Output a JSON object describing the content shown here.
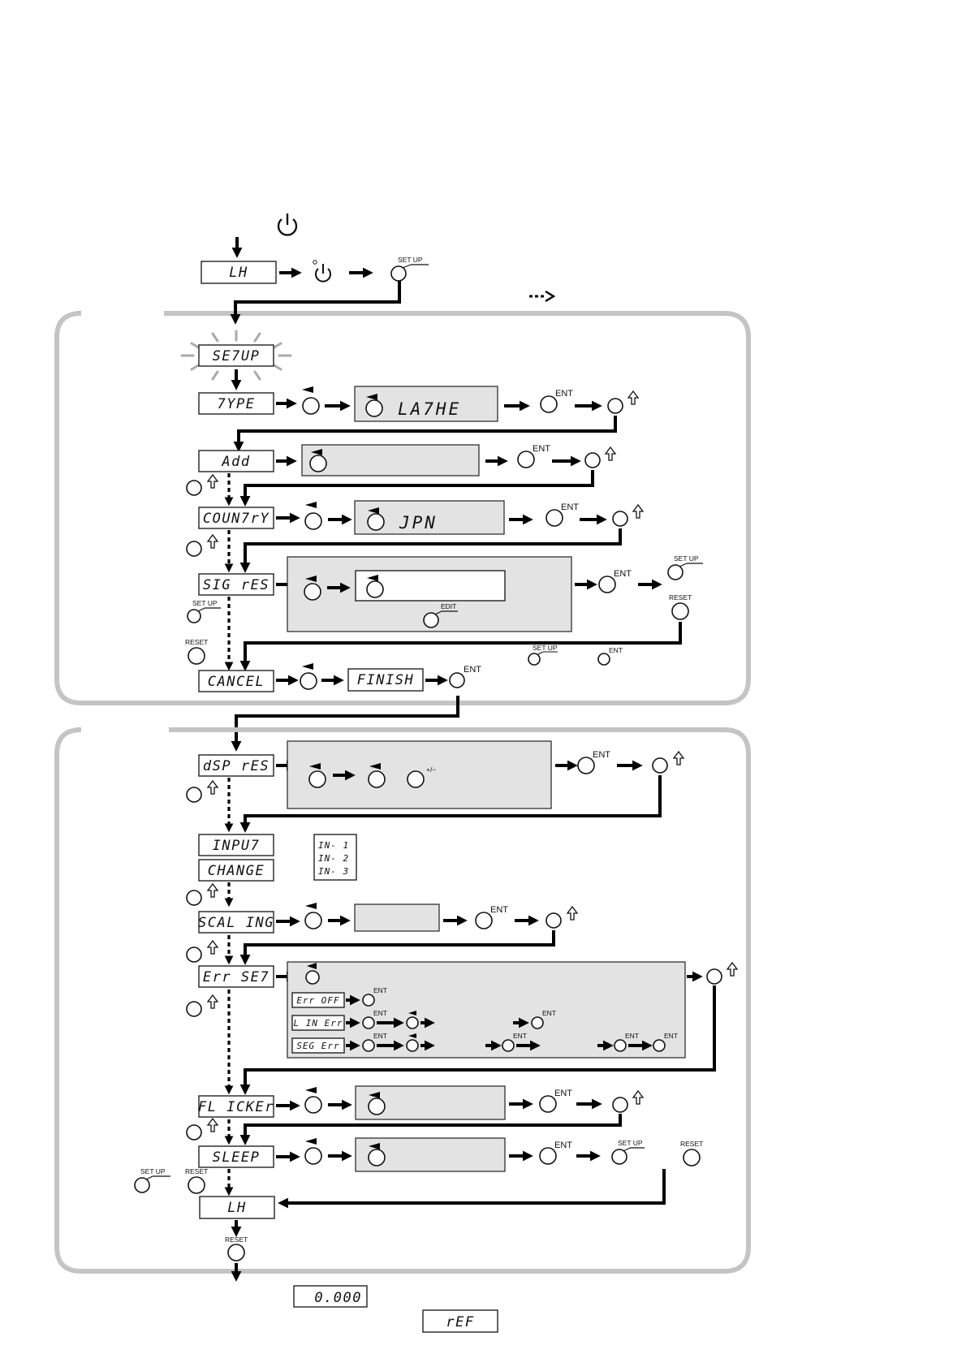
{
  "displays": {
    "lh_top": "LH",
    "setup": "SE7UP",
    "type": "7YPE",
    "lathe": "LA7HE",
    "add": "Add",
    "country": "COUN7rY",
    "jpn": "JPN",
    "sig_res": "SIG rES",
    "cancel": "CANCEL",
    "finish": "FINISH",
    "dsp_res": "dSP rES",
    "input": "INPU7",
    "change": "CHANGE",
    "in1": "IN- 1",
    "in2": "IN- 2",
    "in3": "IN- 3",
    "scaling": "SCAL ING",
    "err_set": "Err SE7",
    "err_off": "Err OFF",
    "lin_err": "L IN Err",
    "seg_err": "SEG Err",
    "flicker": "FL ICKEr",
    "sleep": "SLEEP",
    "lh_bottom": "LH",
    "zero": "0.000",
    "ref": "rEF"
  },
  "buttons": {
    "set_up": "SET UP",
    "ent": "ENT",
    "reset": "RESET",
    "edit": "EDIT",
    "plus_minus": "+/−"
  }
}
